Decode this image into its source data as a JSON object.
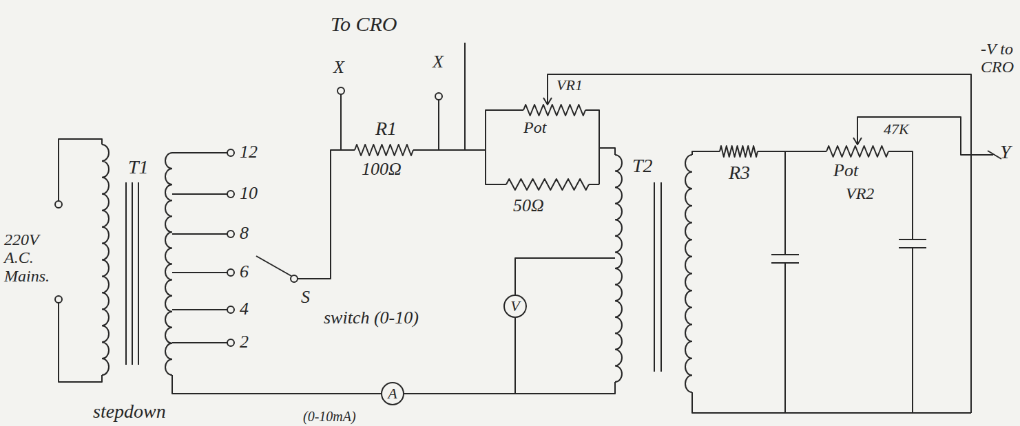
{
  "diagram": {
    "nodes": [
      {
        "text": [
          "V"
        ]
      },
      {
        "text": [
          "A"
        ]
      }
    ],
    "edges": [
      {
        "from": 0,
        "to": 1,
        "arrow": "none"
      }
    ],
    "labels": [
      "To CRO",
      "X",
      "X",
      "R1",
      "100Ω",
      "VR1",
      "Pot",
      "50Ω",
      "-V to CRO",
      "Y",
      "47K",
      "Pot",
      "VR2",
      "R3",
      "T1",
      "T2",
      "12",
      "10",
      "8",
      "6",
      "4",
      "2",
      "S",
      "switch (0-10)",
      "220V A.C. Mains.",
      "stepdown",
      "(0-10mA)"
    ]
  }
}
